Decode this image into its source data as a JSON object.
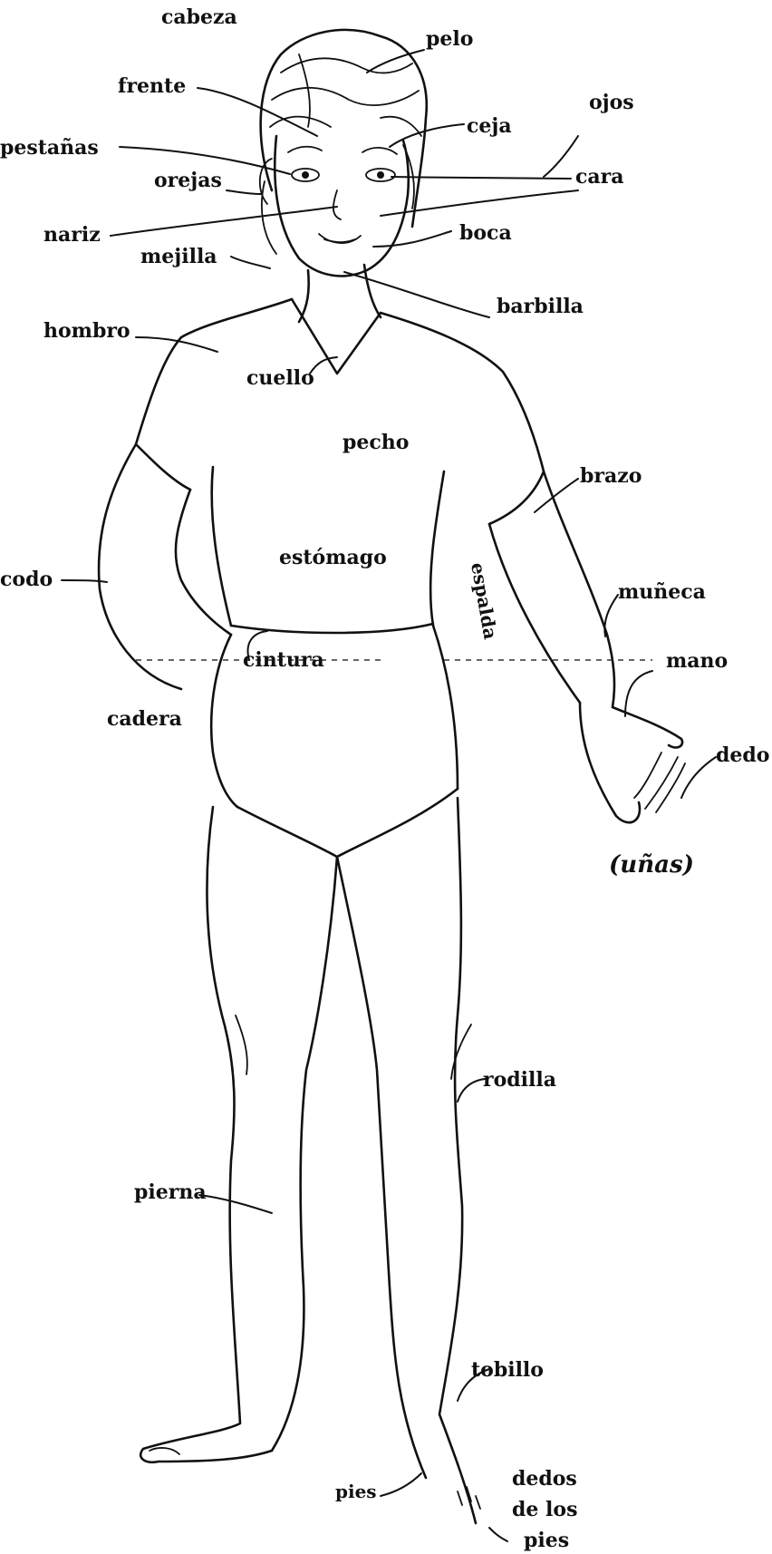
{
  "labels": {
    "cabeza": "cabeza",
    "pelo": "pelo",
    "frente": "frente",
    "ojos": "ojos",
    "ceja": "ceja",
    "pestanas": "pestañas",
    "cara": "cara",
    "orejas": "orejas",
    "nariz": "nariz",
    "boca": "boca",
    "mejilla": "mejilla",
    "barbilla": "barbilla",
    "hombro": "hombro",
    "cuello": "cuello",
    "pecho": "pecho",
    "brazo": "brazo",
    "estomago": "estómago",
    "espalda": "espalda",
    "codo": "codo",
    "muneca": "muñeca",
    "cintura": "cintura",
    "mano": "mano",
    "cadera": "cadera",
    "dedo": "dedo",
    "unas": "(uñas)",
    "rodilla": "rodilla",
    "pierna": "pierna",
    "tobillo": "tobillo",
    "pies": "pies",
    "dedos_de_los_pies_1": "dedos",
    "dedos_de_los_pies_2": "de los",
    "dedos_de_los_pies_3": "pies"
  }
}
